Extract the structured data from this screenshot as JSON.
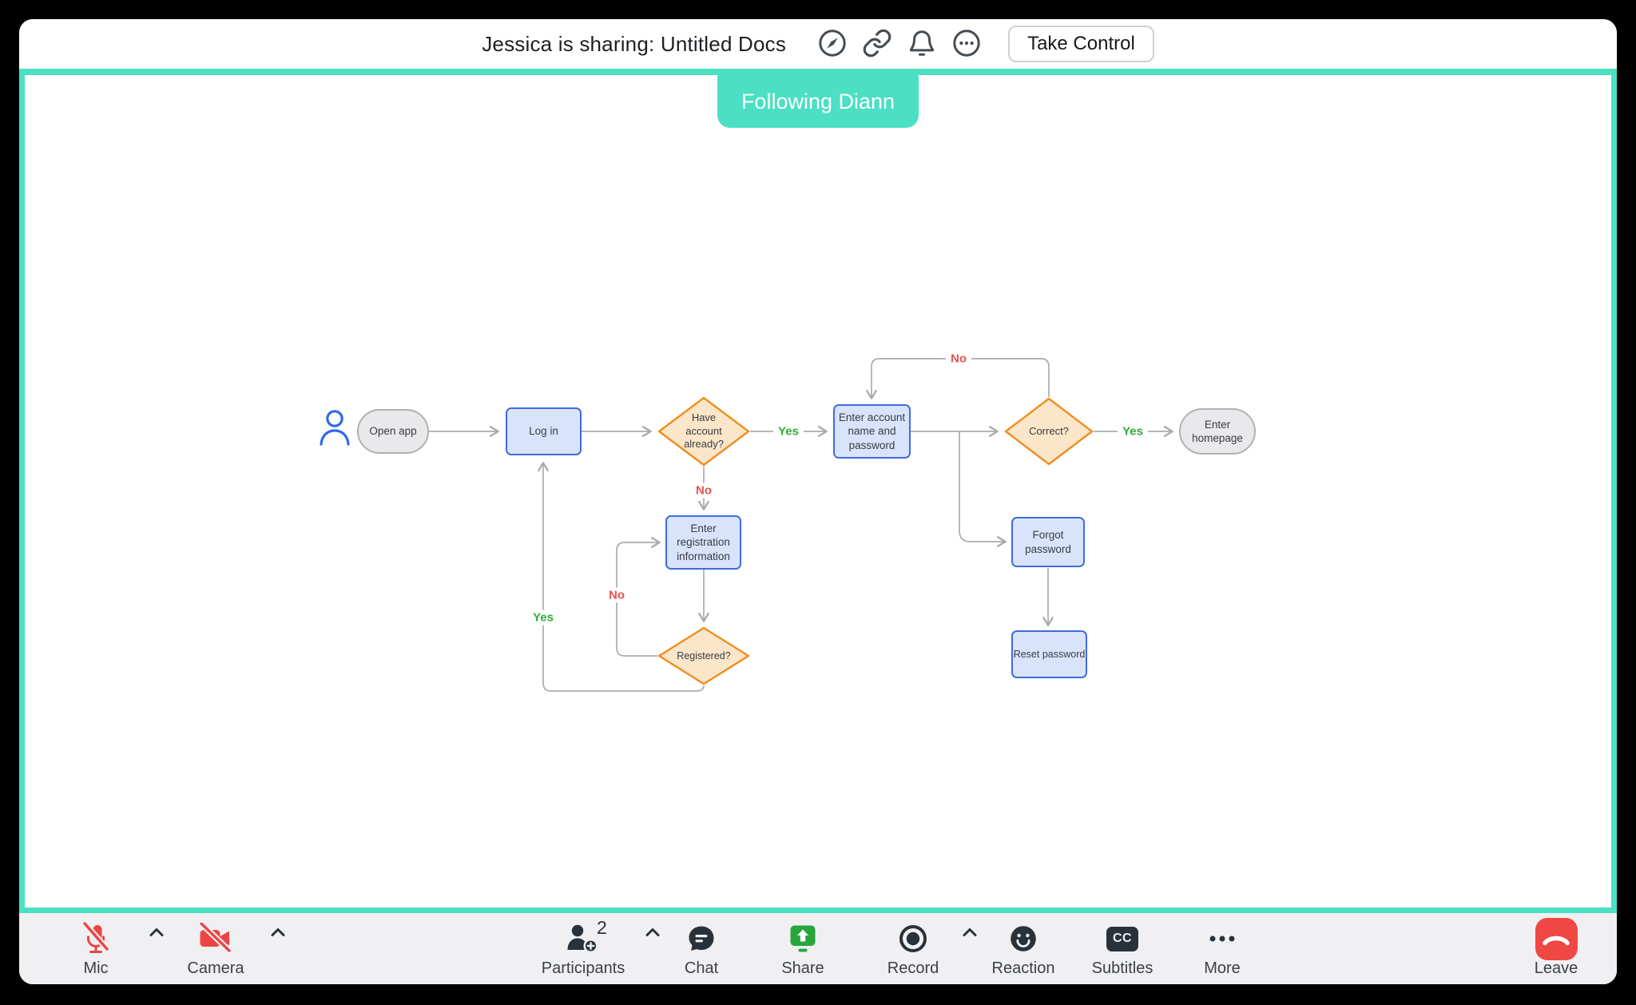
{
  "header": {
    "title": "Jessica is sharing: Untitled Docs",
    "take_control_label": "Take Control",
    "icons": [
      "compass-icon",
      "link-icon",
      "bell-icon",
      "more-options-icon"
    ]
  },
  "badge": {
    "label": "Following Diann"
  },
  "flowchart": {
    "nodes": [
      {
        "id": "open-app",
        "type": "terminator",
        "label": "Open app"
      },
      {
        "id": "log-in",
        "type": "process",
        "label": "Log in"
      },
      {
        "id": "have-account",
        "type": "decision",
        "label": "Have account already?"
      },
      {
        "id": "enter-account",
        "type": "process",
        "label": "Enter account name and password"
      },
      {
        "id": "correct",
        "type": "decision",
        "label": "Correct?"
      },
      {
        "id": "enter-homepage",
        "type": "terminator",
        "label": "Enter homepage"
      },
      {
        "id": "enter-registration",
        "type": "process",
        "label": "Enter registration information"
      },
      {
        "id": "registered",
        "type": "decision",
        "label": "Registered?"
      },
      {
        "id": "forgot-password",
        "type": "process",
        "label": "Forgot password"
      },
      {
        "id": "reset-password",
        "type": "process",
        "label": "Reset password"
      }
    ],
    "edge_labels": {
      "have_account_yes": "Yes",
      "have_account_no": "No",
      "correct_yes": "Yes",
      "correct_no": "No",
      "registered_yes": "Yes",
      "registered_no": "No"
    },
    "colors": {
      "process_fill": "#D9E4FC",
      "process_border": "#3E6CE0",
      "decision_fill": "#FBE6C9",
      "decision_border": "#F08D1E",
      "terminator_fill": "#E9E9EB",
      "terminator_border": "#B1B1B4",
      "edge": "#ABABAE",
      "yes": "#2FAE38",
      "no": "#E85050",
      "actor": "#2E6AE8"
    }
  },
  "toolbar": {
    "items": [
      {
        "id": "mic",
        "label": "Mic",
        "state": "muted",
        "has_menu": true
      },
      {
        "id": "camera",
        "label": "Camera",
        "state": "off",
        "has_menu": true
      },
      {
        "id": "participants",
        "label": "Participants",
        "count": "2",
        "has_menu": true
      },
      {
        "id": "chat",
        "label": "Chat"
      },
      {
        "id": "share",
        "label": "Share"
      },
      {
        "id": "record",
        "label": "Record",
        "has_menu": true
      },
      {
        "id": "reaction",
        "label": "Reaction"
      },
      {
        "id": "subtitles",
        "label": "Subtitles",
        "cc_text": "CC"
      },
      {
        "id": "more",
        "label": "More"
      },
      {
        "id": "leave",
        "label": "Leave"
      }
    ]
  },
  "theme": {
    "accent_teal": "#4BE0C3",
    "danger_red": "#ED4545",
    "share_green": "#27A63D",
    "icon_dark": "#29323A",
    "toolbar_bg": "#F0F0F3"
  }
}
